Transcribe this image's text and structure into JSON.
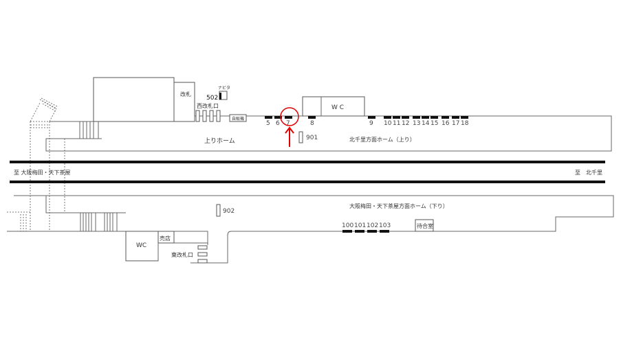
{
  "accent_color": "#e00000",
  "directions": {
    "left": "至 大阪梅田・天下茶屋",
    "right": "至　北千里"
  },
  "upper_platform": {
    "name": "北千里方面ホーム（上り）",
    "short_name": "上りホーム",
    "west_gate": "西改札口",
    "gate_room": "改札",
    "vending": "自販機",
    "navita": "ナビタ",
    "navita_number": "502",
    "wc": "W C",
    "pillar": "901",
    "markers": [
      "5",
      "6",
      "7",
      "8",
      "9",
      "10",
      "11",
      "12",
      "13",
      "14",
      "15",
      "16",
      "17",
      "18"
    ],
    "highlighted_marker": "7"
  },
  "lower_platform": {
    "name": "大阪梅田・天下茶屋方面ホーム（下り）",
    "east_gate": "東改札口",
    "shop": "売店",
    "wc": "WC",
    "waiting_room": "待合室",
    "pillar": "902",
    "markers": [
      "100",
      "101",
      "102",
      "103"
    ]
  }
}
